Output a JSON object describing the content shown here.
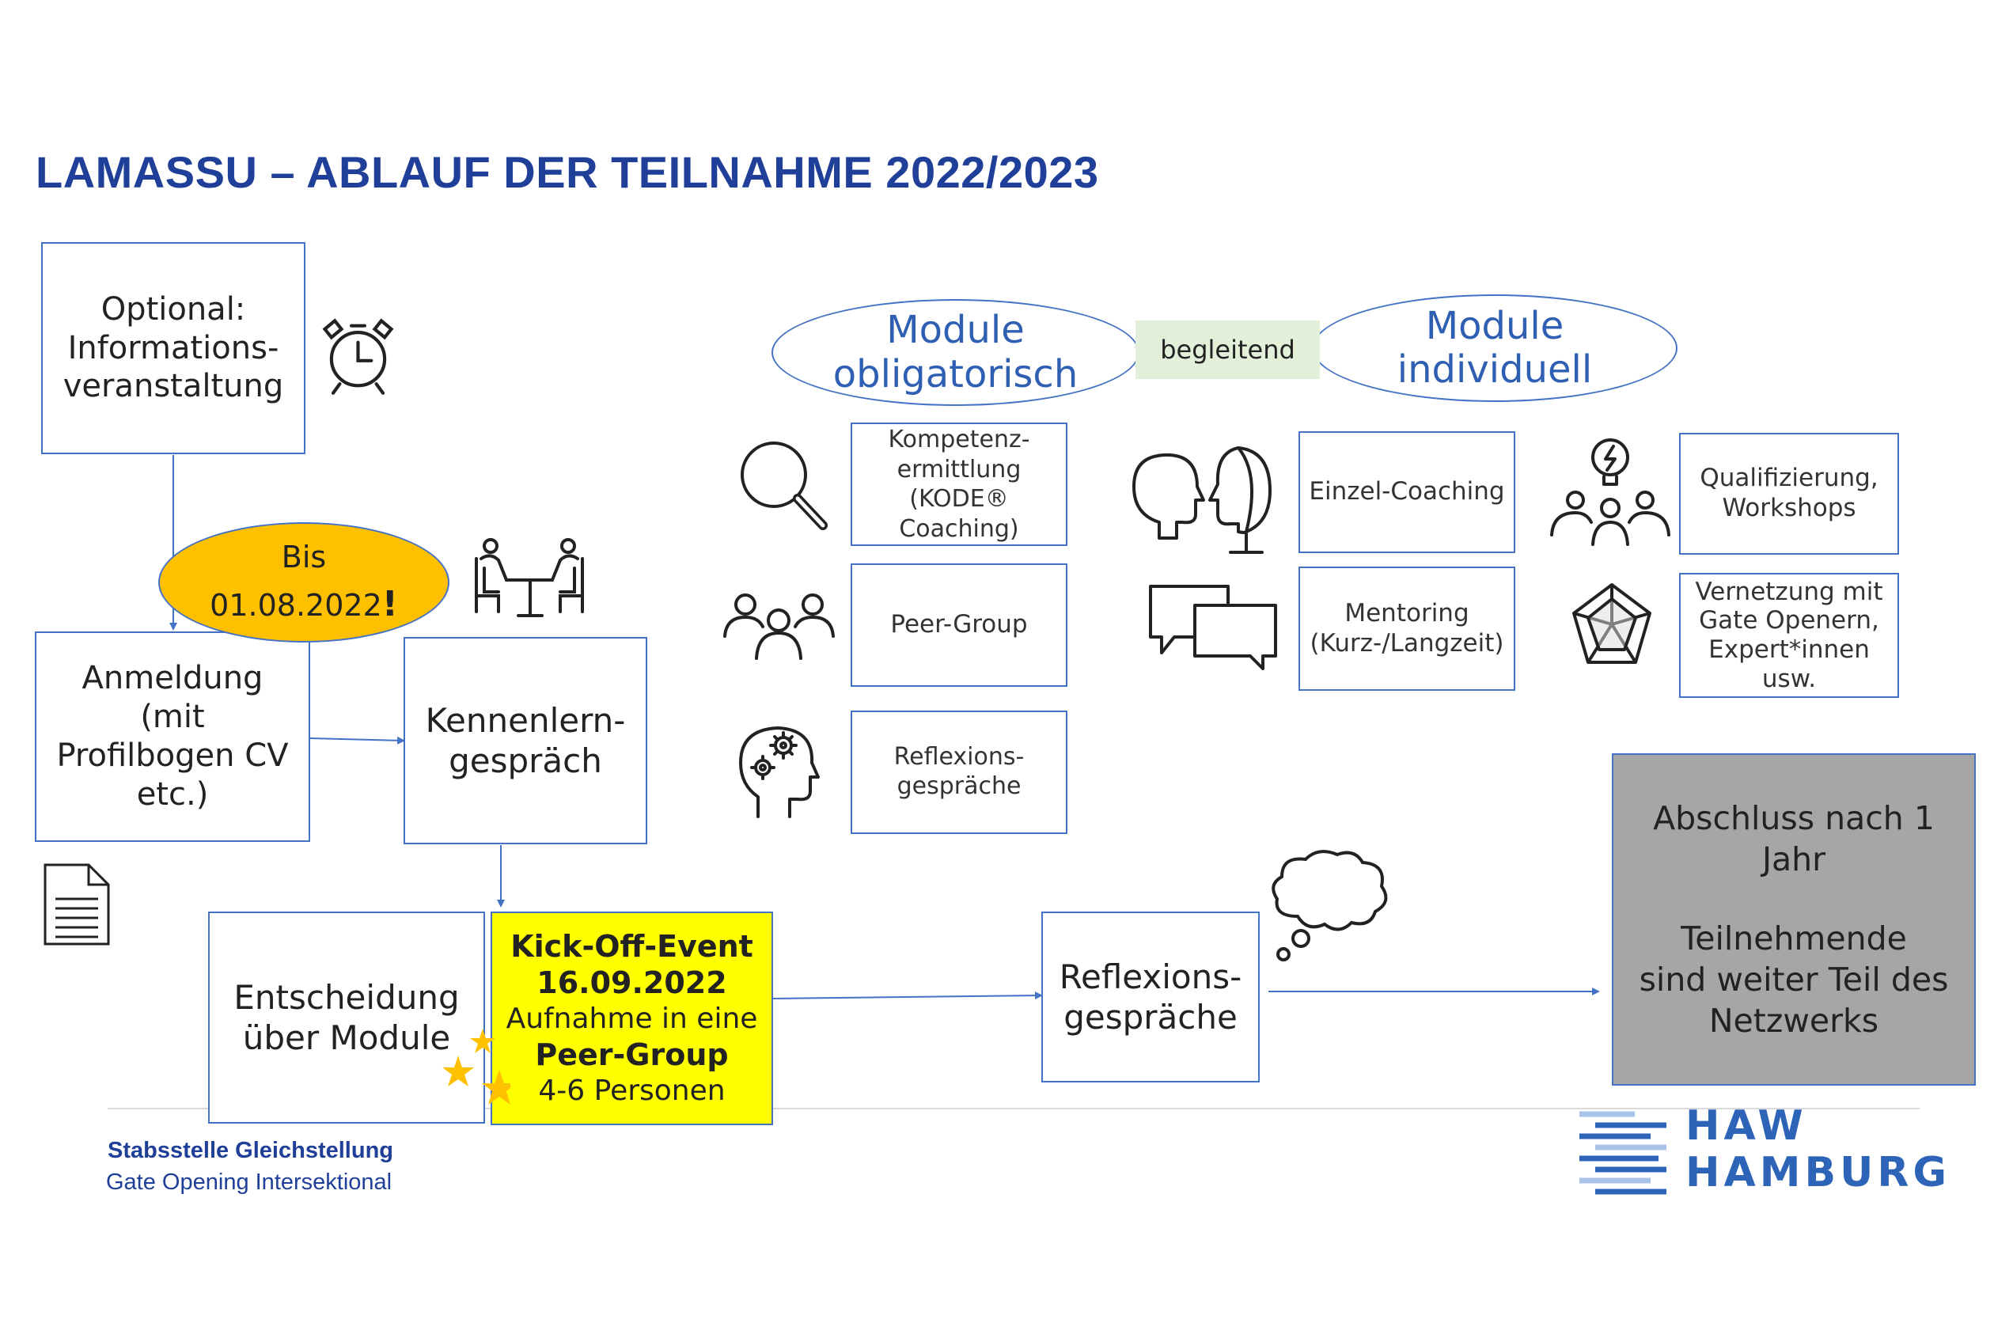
{
  "title": "LAMASSU  – ABLAUF  DER TEILNAHME  2022/2023",
  "optional_box": {
    "line1": "Optional:",
    "line2": "Informations-",
    "line3": "veranstaltung"
  },
  "deadline": {
    "line1": "Bis",
    "date": "01.08.2022",
    "mark": "!"
  },
  "anmeldung": {
    "line1": "Anmeldung",
    "line2": "(mit",
    "line3": "Profilbogen CV",
    "line4": "etc.)"
  },
  "kennenlern": {
    "line1": "Kennenlern-",
    "line2": "gespräch"
  },
  "entscheidung": {
    "line1": "Entscheidung",
    "line2": "über Module"
  },
  "kickoff": {
    "line1": "Kick-Off-Event",
    "line2": "16.09.2022",
    "line3": "Aufnahme in eine",
    "line4": "Peer-Group",
    "line5": "4-6 Personen"
  },
  "reflexion_main": {
    "line1": "Reflexions-",
    "line2": "gespräche"
  },
  "final": {
    "line1": "Abschluss nach 1",
    "line2": "Jahr",
    "line3": "Teilnehmende",
    "line4": "sind weiter Teil des",
    "line5": "Netzwerks"
  },
  "module_obligatorisch": {
    "line1": "Module",
    "line2": "obligatorisch"
  },
  "module_individuell": {
    "line1": "Module",
    "line2": "individuell"
  },
  "begleitend": "begleitend",
  "obligatory_modules": [
    {
      "line1": "Kompetenz-",
      "line2": "ermittlung",
      "line3": "(KODE®",
      "line4": "Coaching)",
      "icon": "magnifier-icon"
    },
    {
      "line1": "Peer-Group",
      "icon": "group-icon"
    },
    {
      "line1": "Reflexions-",
      "line2": "gespräche",
      "icon": "head-gears-icon"
    }
  ],
  "individual_modules_mid": [
    {
      "line1": "Einzel-Coaching",
      "icon": "two-heads-icon"
    },
    {
      "line1": "Mentoring",
      "line2": "(Kurz-/Langzeit)",
      "icon": "speech-bubbles-icon"
    }
  ],
  "individual_modules_right": [
    {
      "line1": "Qualifizierung,",
      "line2": "Workshops",
      "icon": "idea-group-icon"
    },
    {
      "line1": "Vernetzung mit",
      "line2": "Gate Openern,",
      "line3": "Expert*innen",
      "line4": "usw.",
      "icon": "network-icon"
    }
  ],
  "footer": {
    "line1": "Stabsstelle Gleichstellung",
    "line2": "Gate Opening Intersektional"
  },
  "logo": {
    "line1": "HAW",
    "line2": "HAMBURG"
  },
  "colors": {
    "title": "#1f3f98",
    "border": "#4472c4",
    "deadline": "#ffc000",
    "kickoff": "#ffff00",
    "final": "#a6a6a6",
    "badge": "#e2efd9",
    "logo": "#2e64b8"
  }
}
